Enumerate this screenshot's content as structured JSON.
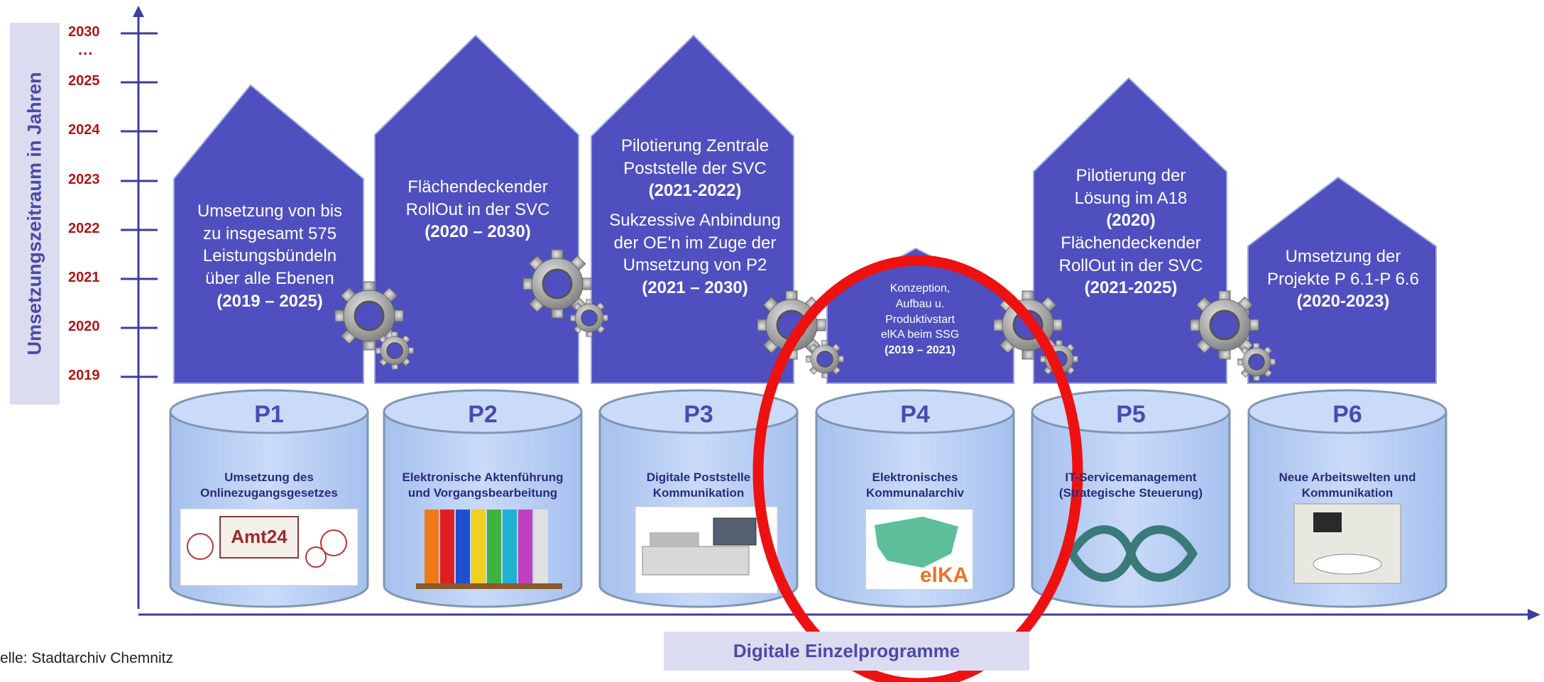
{
  "y_axis": {
    "label": "Umsetzungszeitraum in Jahren",
    "years": [
      "2030",
      "2025",
      "2024",
      "2023",
      "2022",
      "2021",
      "2020",
      "2019"
    ],
    "ellipsis": "..."
  },
  "x_axis": {
    "label": "Digitale Einzelprogramme"
  },
  "houses": {
    "p1": {
      "lines": [
        "Umsetzung von bis",
        "zu insgesamt 575",
        "Leistungsbündeln",
        "über alle Ebenen"
      ],
      "period": "(2019 – 2025)"
    },
    "p2": {
      "lines": [
        "Flächendeckender",
        "RollOut in der SVC"
      ],
      "period": "(2020 – 2030)"
    },
    "p3": {
      "lines_a": [
        "Pilotierung Zentrale",
        "Poststelle der SVC"
      ],
      "period_a": "(2021-2022)",
      "lines_b": [
        "Sukzessive Anbindung",
        "der OE'n im Zuge der",
        "Umsetzung von P2"
      ],
      "period_b": "(2021 – 2030)"
    },
    "p4": {
      "lines": [
        "Konzeption,",
        "Aufbau u.",
        "Produktivstart",
        "elKA beim SSG"
      ],
      "period": "(2019 – 2021)"
    },
    "p5": {
      "line_a": "Pilotierung der",
      "line_b": "Lösung im A18",
      "period_a": "(2020)",
      "lines_c": [
        "Flächendeckender",
        "RollOut in der SVC"
      ],
      "period_b": "(2021-2025)"
    },
    "p6": {
      "lines": [
        "Umsetzung der",
        "Projekte P 6.1-P 6.6"
      ],
      "period": "(2020-2023)"
    }
  },
  "programs": [
    {
      "code": "P1",
      "desc": [
        "Umsetzung des",
        "Onlinezugangsgesetzes"
      ],
      "image": "amt24-cartoon",
      "image_text": "Amt24"
    },
    {
      "code": "P2",
      "desc": [
        "Elektronische Aktenführung",
        "und Vorgangsbearbeitung"
      ],
      "image": "binders"
    },
    {
      "code": "P3",
      "desc": [
        "Digitale Poststelle",
        "Kommunikation"
      ],
      "image": "mail-scanner"
    },
    {
      "code": "P4",
      "desc": [
        "Elektronisches",
        "Kommunalarchiv"
      ],
      "image": "elka-logo",
      "image_text": "elKA"
    },
    {
      "code": "P5",
      "desc": [
        "IT-Servicemanagement",
        "(Strategische Steuerung)"
      ],
      "image": "infinity-loop"
    },
    {
      "code": "P6",
      "desc": [
        "Neue Arbeitswelten und",
        "Kommunikation"
      ],
      "image": "meeting-room"
    }
  ],
  "source": "elle: Stadtarchiv Chemnitz",
  "colors": {
    "house": "#4f4fbf",
    "cylinder": "#b9d0f4",
    "axis": "#3d3d9e",
    "year": "#b21414",
    "highlight": "#ee1111"
  }
}
